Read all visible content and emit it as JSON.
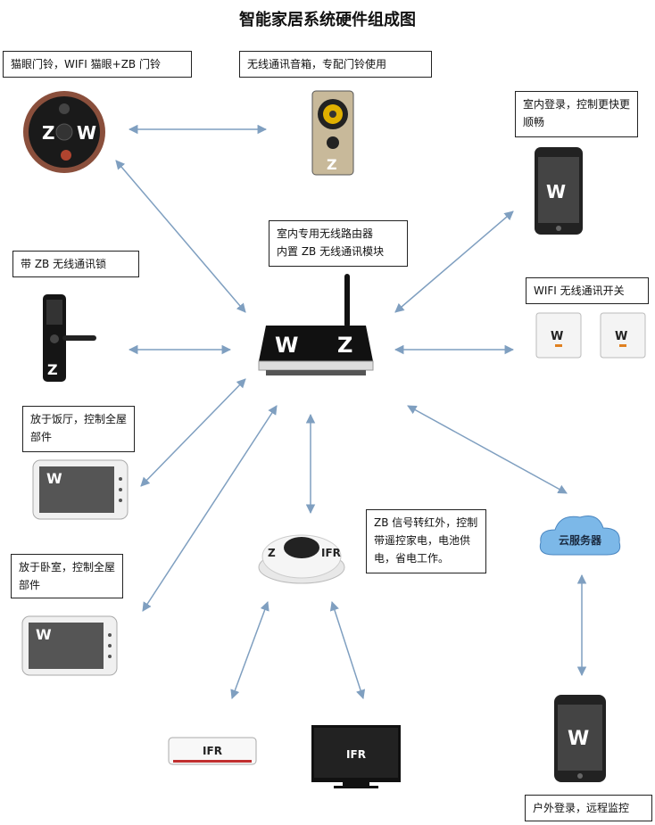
{
  "title": "智能家居系统硬件组成图",
  "labels": {
    "peephole": "猫眼门铃，WIFI 猫眼+ZB 门铃",
    "speaker": "无线通讯音箱，专配门铃使用",
    "indoor_login": "室内登录，控制更快更顺畅",
    "router": "室内专用无线路由器\n内置 ZB 无线通讯模块",
    "zb_lock": "带 ZB 无线通讯锁",
    "wifi_switch": "WIFI 无线通讯开关",
    "dining_panel": "放于饭厅，控制全屋部件",
    "bedroom_panel": "放于卧室，控制全屋部件",
    "ir_converter": "ZB 信号转红外，控制带遥控家电，电池供电，省电工作。",
    "outdoor_login": "户外登录，远程监控"
  },
  "device_marks": {
    "z": "Z",
    "w": "W",
    "ifr": "IFR",
    "cloud": "云服务器"
  },
  "colors": {
    "arrow": "#7f9fc0",
    "border": "#222222"
  }
}
